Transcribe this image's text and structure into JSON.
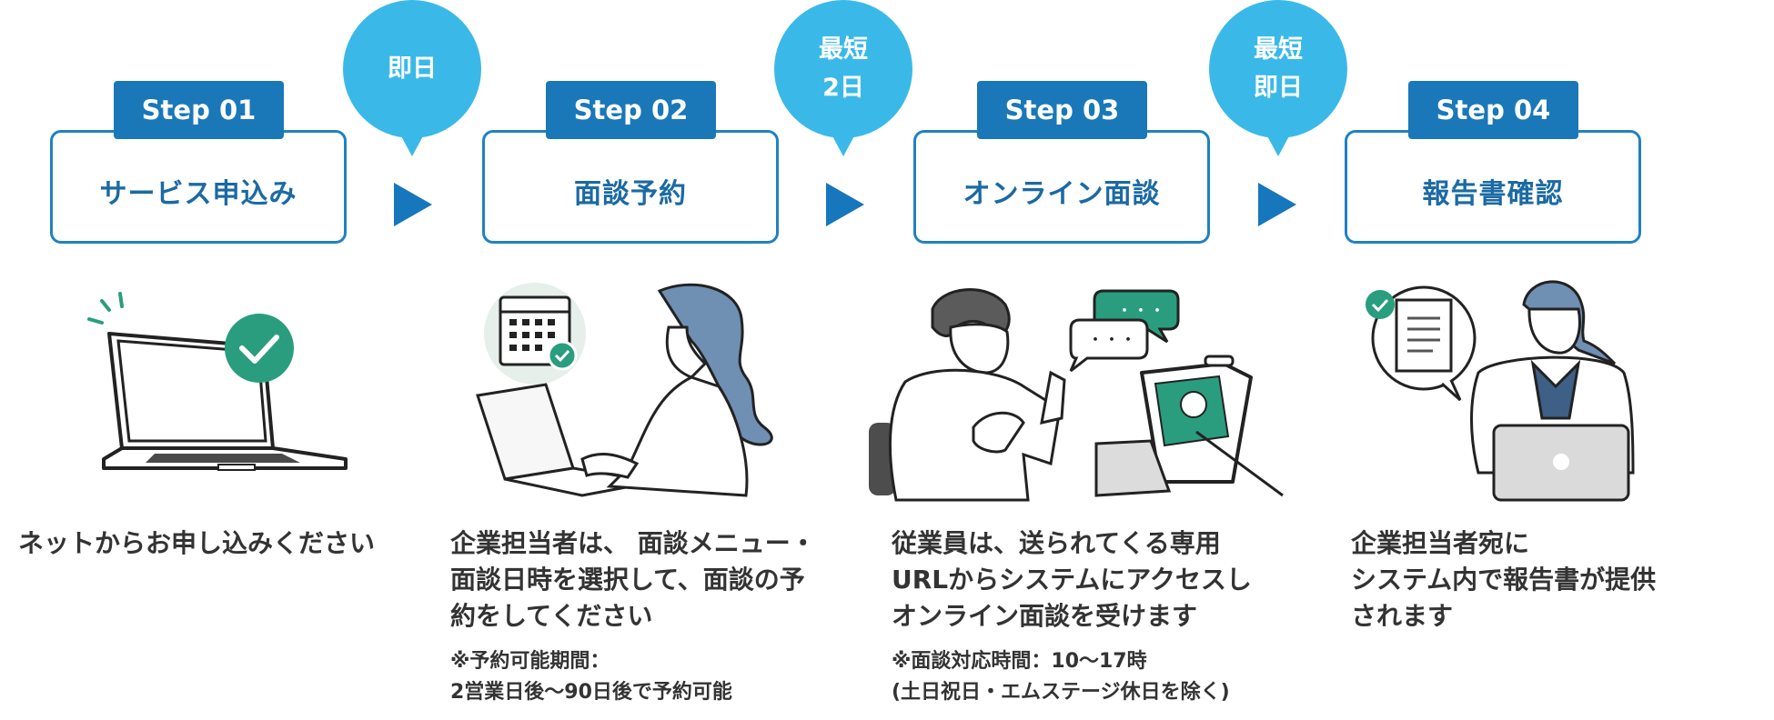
{
  "steps": [
    {
      "tag": "Step 01",
      "title": "サービス申込み",
      "desc_lines": [
        "ネットからお申し込みください"
      ]
    },
    {
      "tag": "Step 02",
      "title": "面談予約",
      "desc_lines": [
        "企業担当者は、 面談メニュー・",
        "面談日時を選択して、面談の予",
        "約をしてください"
      ],
      "note_lines": [
        "※予約可能期間：",
        "2営業日後〜90日後で予約可能"
      ]
    },
    {
      "tag": "Step 03",
      "title": "オンライン面談",
      "desc_lines": [
        "従業員は、送られてくる専用",
        "URLからシステムにアクセスし",
        "オンライン面談を受けます"
      ],
      "note_lines": [
        "※面談対応時間：10〜17時",
        "(土日祝日・エムステージ休日を除く)"
      ]
    },
    {
      "tag": "Step 04",
      "title": "報告書確認",
      "desc_lines": [
        "企業担当者宛に",
        "システム内で報告書が提供",
        "されます"
      ]
    }
  ],
  "bubbles": [
    {
      "lines": [
        "即日"
      ]
    },
    {
      "lines": [
        "最短",
        "2日"
      ]
    },
    {
      "lines": [
        "最短",
        "即日"
      ]
    }
  ],
  "chat_bubbles": {
    "text": "・・・"
  },
  "colors": {
    "accent": "#1a78b8",
    "bubble": "#3ab9e8",
    "green": "#2a9d7f",
    "hair": "#6f8fb3"
  }
}
